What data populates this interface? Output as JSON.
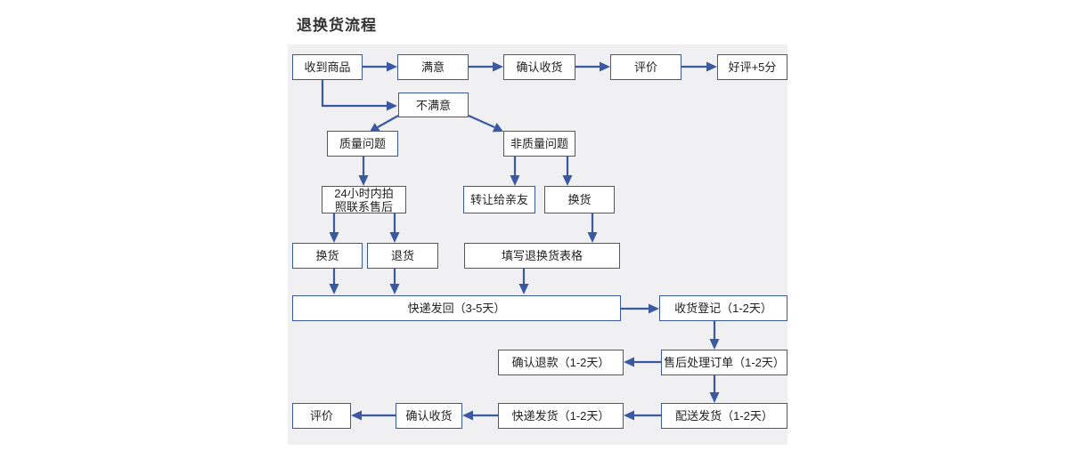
{
  "title": "退换货流程",
  "colors": {
    "box_border": "#3a59a0",
    "arrow": "#3a59a0",
    "panel": "#f0f0f2"
  },
  "nodes": {
    "received": "收到商品",
    "satisfied": "满意",
    "confirm_receipt_1": "确认收货",
    "review_1": "评价",
    "good_review": "好评+5分",
    "unsatisfied": "不满意",
    "quality_issue": "质量问题",
    "non_quality_issue": "非质量问题",
    "photo_contact_line1": "24小时内拍",
    "photo_contact_line2": "照联系售后",
    "transfer_friend": "转让给亲友",
    "exchange_nq": "换货",
    "exchange_q": "换货",
    "return_q": "退货",
    "fill_form": "填写退换货表格",
    "express_back": "快递发回（3-5天）",
    "receipt_register": "收货登记（1-2天）",
    "confirm_refund": "确认退款（1-2天）",
    "after_sales": "售后处理订单（1-2天）",
    "delivery": "配送发货（1-2天）",
    "express_ship": "快递发货（1-2天）",
    "confirm_receipt_2": "确认收货",
    "review_2": "评价"
  }
}
